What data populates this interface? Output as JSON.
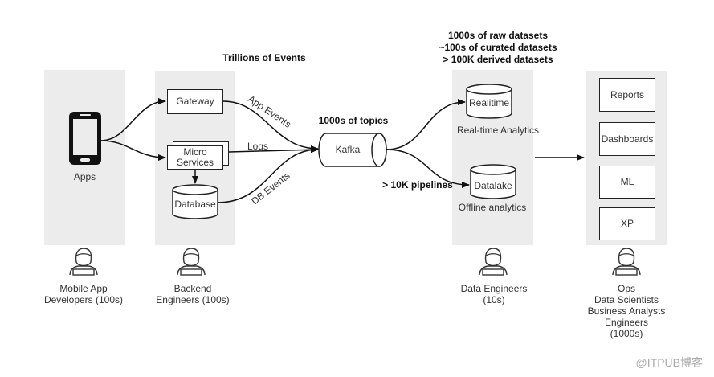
{
  "titles": {
    "trillions": "Trillions of Events",
    "topics": "1000s of topics",
    "datasets": [
      "1000s of raw datasets",
      "~100s of curated datasets",
      "> 100K derived datasets"
    ],
    "pipelines": "> 10K pipelines"
  },
  "apps": {
    "label": "Apps",
    "icon": "smartphone-icon"
  },
  "backend": {
    "gateway": "Gateway",
    "micro_services": [
      "Micro",
      "Services"
    ],
    "database": "Database"
  },
  "edges": {
    "app_events": "App Events",
    "logs": "Logs",
    "db_events": "DB Events"
  },
  "kafka": "Kafka",
  "data": {
    "realtime": "Realitime",
    "realtime_caption": "Real-time Analytics",
    "datalake": "Datalake",
    "datalake_caption": "Offline analytics"
  },
  "consumers": [
    "Reports",
    "Dashboards",
    "ML",
    "XP"
  ],
  "roles": {
    "mobile": [
      "Mobile App",
      "Developers (100s)"
    ],
    "backend": [
      "Backend",
      "Engineers (100s)"
    ],
    "data": [
      "Data Engineers",
      "(10s)"
    ],
    "consumers": [
      "Ops",
      "Data Scientists",
      "Business Analysts",
      "Engineers",
      "(1000s)"
    ]
  },
  "watermark": "@ITPUB博客",
  "colors": {
    "panel": "#ececec",
    "stroke": "#222222"
  }
}
